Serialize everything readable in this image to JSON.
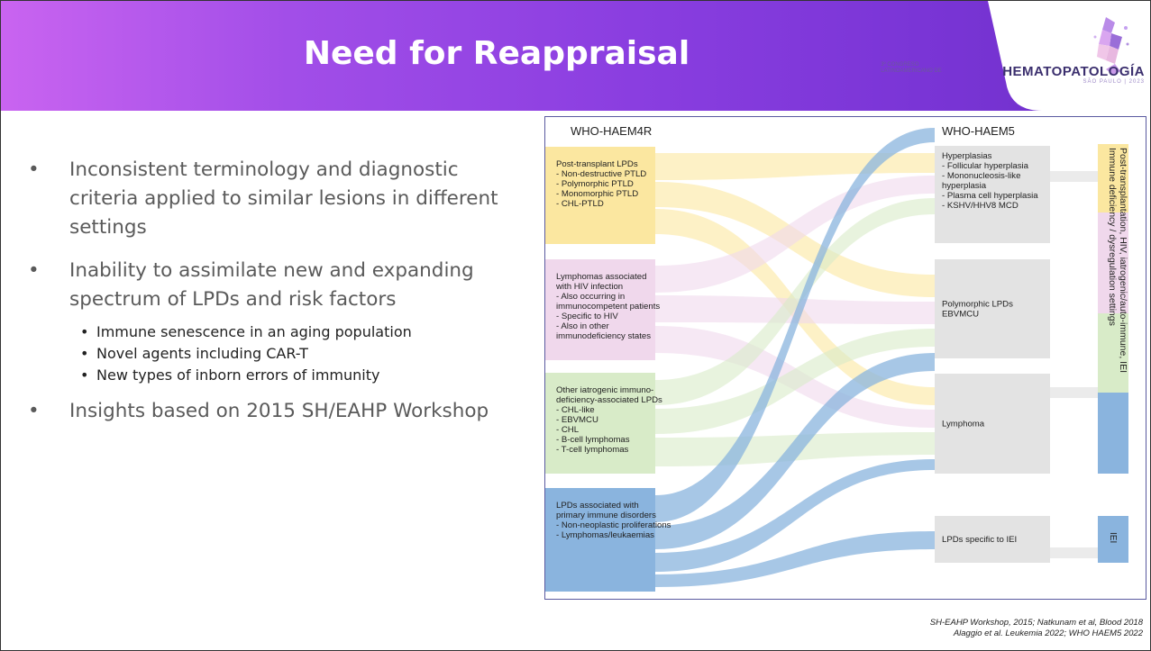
{
  "slide": {
    "title": "Need for Reappraisal",
    "logo": {
      "line1": "3º CONGRESO",
      "line2": "LATINOAMERICANO DE",
      "name": "HEMATOPATOLOGÍA",
      "place": "SÃO PAULO | 2023"
    },
    "bullets": [
      "Inconsistent terminology and diagnostic criteria applied to similar lesions in different settings",
      "Inability to assimilate new and expanding spectrum of LPDs and risk factors",
      "Insights based on 2015 SH/EAHP Workshop"
    ],
    "sub_bullets": [
      "Immune senescence in an aging population",
      "Novel agents including CAR-T",
      "New types of inborn errors of immunity"
    ],
    "citation": [
      "SH-EAHP Workshop, 2015; Natkunam et al, Blood 2018",
      "Alaggio et al. Leukemia 2022; WHO HAEM5 2022"
    ]
  },
  "diagram": {
    "left_header": "WHO-HAEM4R",
    "right_header": "WHO-HAEM5",
    "left_nodes": [
      {
        "lines": [
          "Post-transplant LPDs",
          "- Non-destructive PTLD",
          "- Polymorphic PTLD",
          "- Monomorphic PTLD",
          "- CHL-PTLD"
        ],
        "color": "#fbe7a0"
      },
      {
        "lines": [
          "Lymphomas associated",
          "with HIV infection",
          "- Also occurring in",
          "immunocompetent patients",
          "- Specific to HIV",
          "- Also in other",
          "immunodeficiency states"
        ],
        "color": "#f0d8ec"
      },
      {
        "lines": [
          "Other iatrogenic immuno-",
          "deficiency-associated LPDs",
          "- CHL-like",
          "- EBVMCU",
          "- CHL",
          "- B-cell lymphomas",
          "- T-cell lymphomas"
        ],
        "color": "#d8ebc8"
      },
      {
        "lines": [
          "LPDs associated with",
          "primary immune disorders",
          "- Non-neoplastic proliferations",
          "- Lymphomas/leukaemias"
        ],
        "color": "#8ab4de"
      }
    ],
    "right_nodes": [
      {
        "lines": [
          "Hyperplasias",
          "- Follicular hyperplasia",
          "- Mononucleosis-like",
          "hyperplasia",
          "- Plasma cell hyperplasia",
          "- KSHV/HHV8 MCD"
        ]
      },
      {
        "lines": [
          "Polymorphic LPDs",
          "EBVMCU"
        ]
      },
      {
        "lines": [
          "Lymphoma"
        ]
      },
      {
        "lines": [
          "LPDs specific to IEI"
        ]
      }
    ],
    "side_label": [
      "Immune deficiency / dysregulation settings",
      "Post-transplantation, HIV, iatrogenic/auto-immune, IEI"
    ],
    "iei_label": "IEI",
    "colors": {
      "yellow": "#fbe7a0",
      "pink": "#f0d8ec",
      "green": "#d8ebc8",
      "blue": "#8ab4de",
      "grey": "#e3e3e3",
      "header": "#8a3ee0"
    }
  }
}
